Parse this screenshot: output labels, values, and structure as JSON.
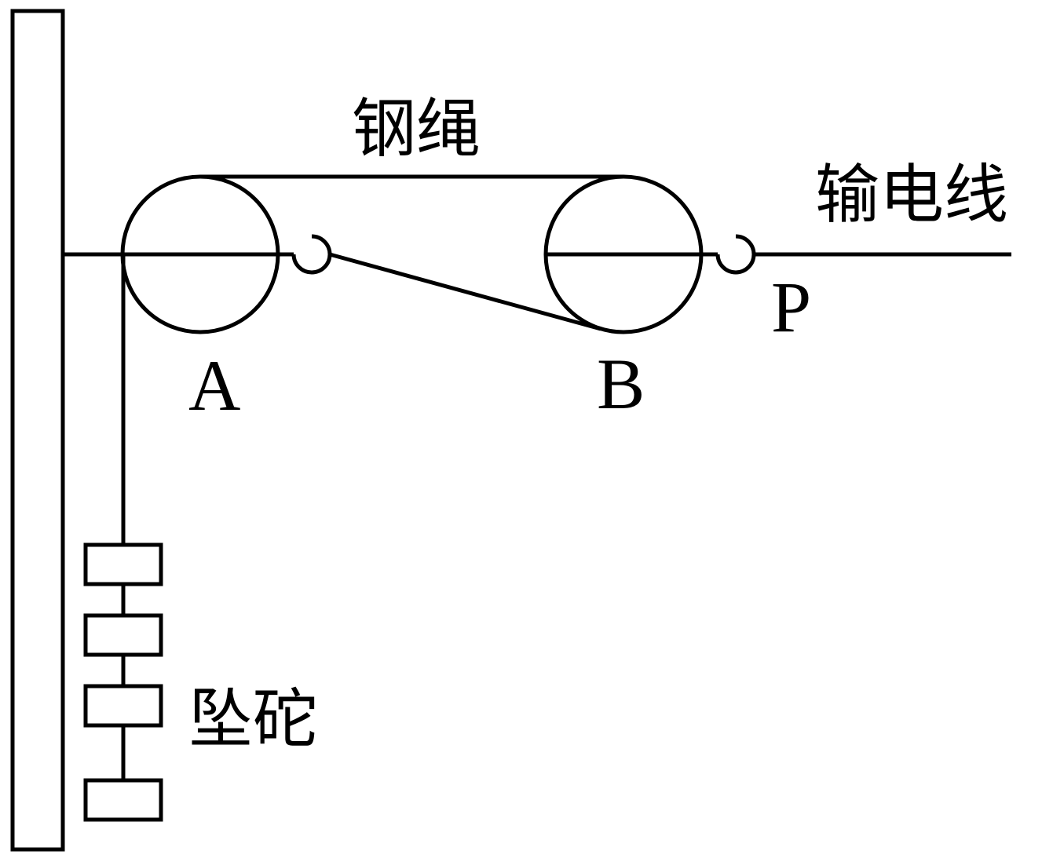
{
  "labels": {
    "steel_rope": "钢绳",
    "power_line": "输电线",
    "pulley_a": "A",
    "pulley_b": "B",
    "point_p": "P",
    "counterweight": "坠砣"
  },
  "colors": {
    "stroke": "#000000",
    "background": "#ffffff"
  }
}
